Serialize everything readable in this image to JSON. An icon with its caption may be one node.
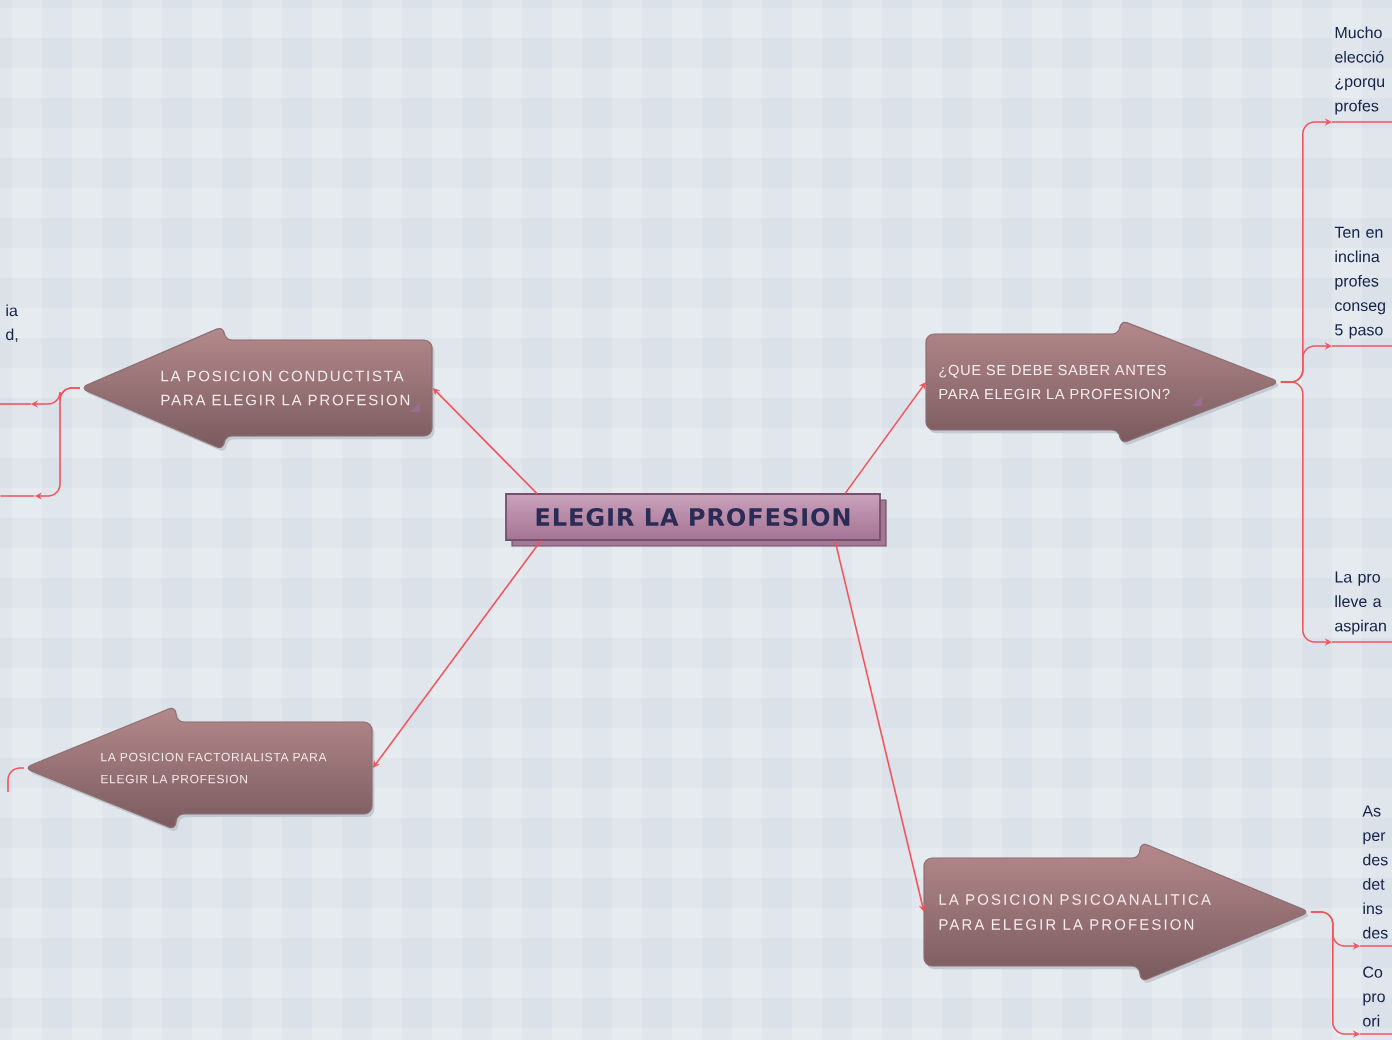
{
  "diagram": {
    "nodes": [
      {
        "text": [
          "ELEGIR LA PROFESION"
        ]
      },
      {
        "text": [
          "¿QUE SE DEBE SABER ANTES PARA ELEGIR LA PROFESION?"
        ]
      },
      {
        "text": [
          "LA POSICION CONDUCTISTA PARA ELEGIR LA PROFESION"
        ]
      },
      {
        "text": [
          "LA POSICION FACTORIALISTA PARA ELEGIR LA PROFESION"
        ]
      },
      {
        "text": [
          "LA POSICION PSICOANALITICA PARA ELEGIR LA PROFESION"
        ]
      },
      {
        "text": [
          "Mucho elecció ¿porqu profes"
        ]
      },
      {
        "text": [
          "Ten en inclina profes conseg 5 paso"
        ]
      },
      {
        "text": [
          "La pro lleve a aspiran"
        ]
      },
      {
        "text": [
          "As per des det ins des"
        ]
      },
      {
        "text": [
          "Co pro ori"
        ]
      },
      {
        "text": [
          "ia d,"
        ]
      },
      {
        "text": [],
        "shape": "line"
      }
    ],
    "edges": [
      {
        "from": 0,
        "to": 1,
        "arrow": "to"
      },
      {
        "from": 0,
        "to": 2,
        "arrow": "to"
      },
      {
        "from": 0,
        "to": 3,
        "arrow": "to"
      },
      {
        "from": 0,
        "to": 4,
        "arrow": "to"
      },
      {
        "from": 1,
        "to": 5,
        "arrow": "to"
      },
      {
        "from": 1,
        "to": 6,
        "arrow": "to"
      },
      {
        "from": 1,
        "to": 7,
        "arrow": "to"
      },
      {
        "from": 2,
        "to": 10,
        "arrow": "to"
      },
      {
        "from": 2,
        "to": 11,
        "arrow": "to"
      },
      {
        "from": 3,
        "to": null,
        "arrow": "none"
      },
      {
        "from": 4,
        "to": 8,
        "arrow": "to"
      },
      {
        "from": 4,
        "to": 9,
        "arrow": "to"
      }
    ]
  }
}
